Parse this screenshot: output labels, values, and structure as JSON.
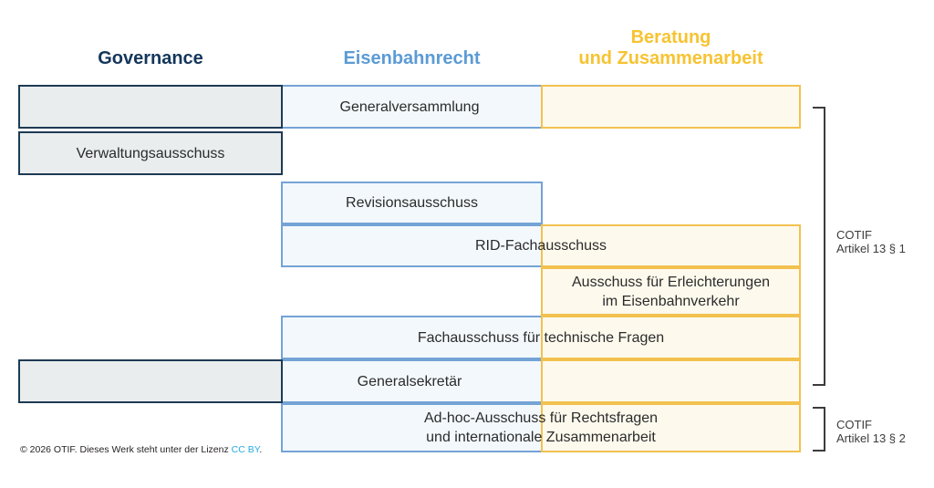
{
  "columns": {
    "governance": {
      "label": "Governance"
    },
    "eisenbahnrecht": {
      "label": "Eisenbahnrecht"
    },
    "beratung": {
      "label": "Beratung\nund Zusammenarbeit"
    }
  },
  "rows": {
    "generalversammlung": {
      "label": "Generalversammlung",
      "columns": [
        "governance",
        "eisenbahnrecht",
        "beratung"
      ]
    },
    "verwaltungsausschuss": {
      "label": "Verwaltungsausschuss",
      "columns": [
        "governance"
      ]
    },
    "revisionsausschuss": {
      "label": "Revisionsausschuss",
      "columns": [
        "eisenbahnrecht"
      ]
    },
    "rid_fachausschuss": {
      "label": "RID-Fachausschuss",
      "columns": [
        "eisenbahnrecht",
        "beratung"
      ]
    },
    "erleichterungen": {
      "label": "Ausschuss für Erleichterungen\nim Eisenbahnverkehr",
      "columns": [
        "beratung"
      ]
    },
    "technische_fragen": {
      "label": "Fachausschuss für technische Fragen",
      "columns": [
        "eisenbahnrecht",
        "beratung"
      ]
    },
    "generalsekretaer": {
      "label": "Generalsekretär",
      "columns": [
        "governance",
        "eisenbahnrecht",
        "beratung"
      ]
    },
    "adhoc": {
      "label": "Ad-hoc-Ausschuss für Rechtsfragen\nund internationale Zusammenarbeit",
      "columns": [
        "eisenbahnrecht",
        "beratung"
      ]
    }
  },
  "brackets": {
    "art13_1": {
      "label": "COTIF\nArtikel 13 § 1",
      "covers_rows": "Generalversammlung – Generalsekretär"
    },
    "art13_2": {
      "label": "COTIF\nArtikel 13 § 2",
      "covers_rows": "Ad-hoc-Ausschuss"
    }
  },
  "footer": {
    "text": "© 2026 OTIF. Dieses Werk steht unter der Lizenz ",
    "link": "CC BY",
    "suffix": "."
  },
  "colors": {
    "governance_header": "#14365C",
    "eisenbahnrecht_header": "#5B9BD5",
    "beratung_header": "#F7C331",
    "governance_border": "#1E3A54",
    "governance_fill": "#E9EDEE",
    "eisenbahnrecht_border": "#74A3D6",
    "eisenbahnrecht_fill": "#F3F8FC",
    "beratung_border": "#F2C14E",
    "beratung_fill": "#FDFAED",
    "bracket": "#3C3C3C",
    "body_text": "#2B2B2B",
    "link": "#29ABE2"
  }
}
